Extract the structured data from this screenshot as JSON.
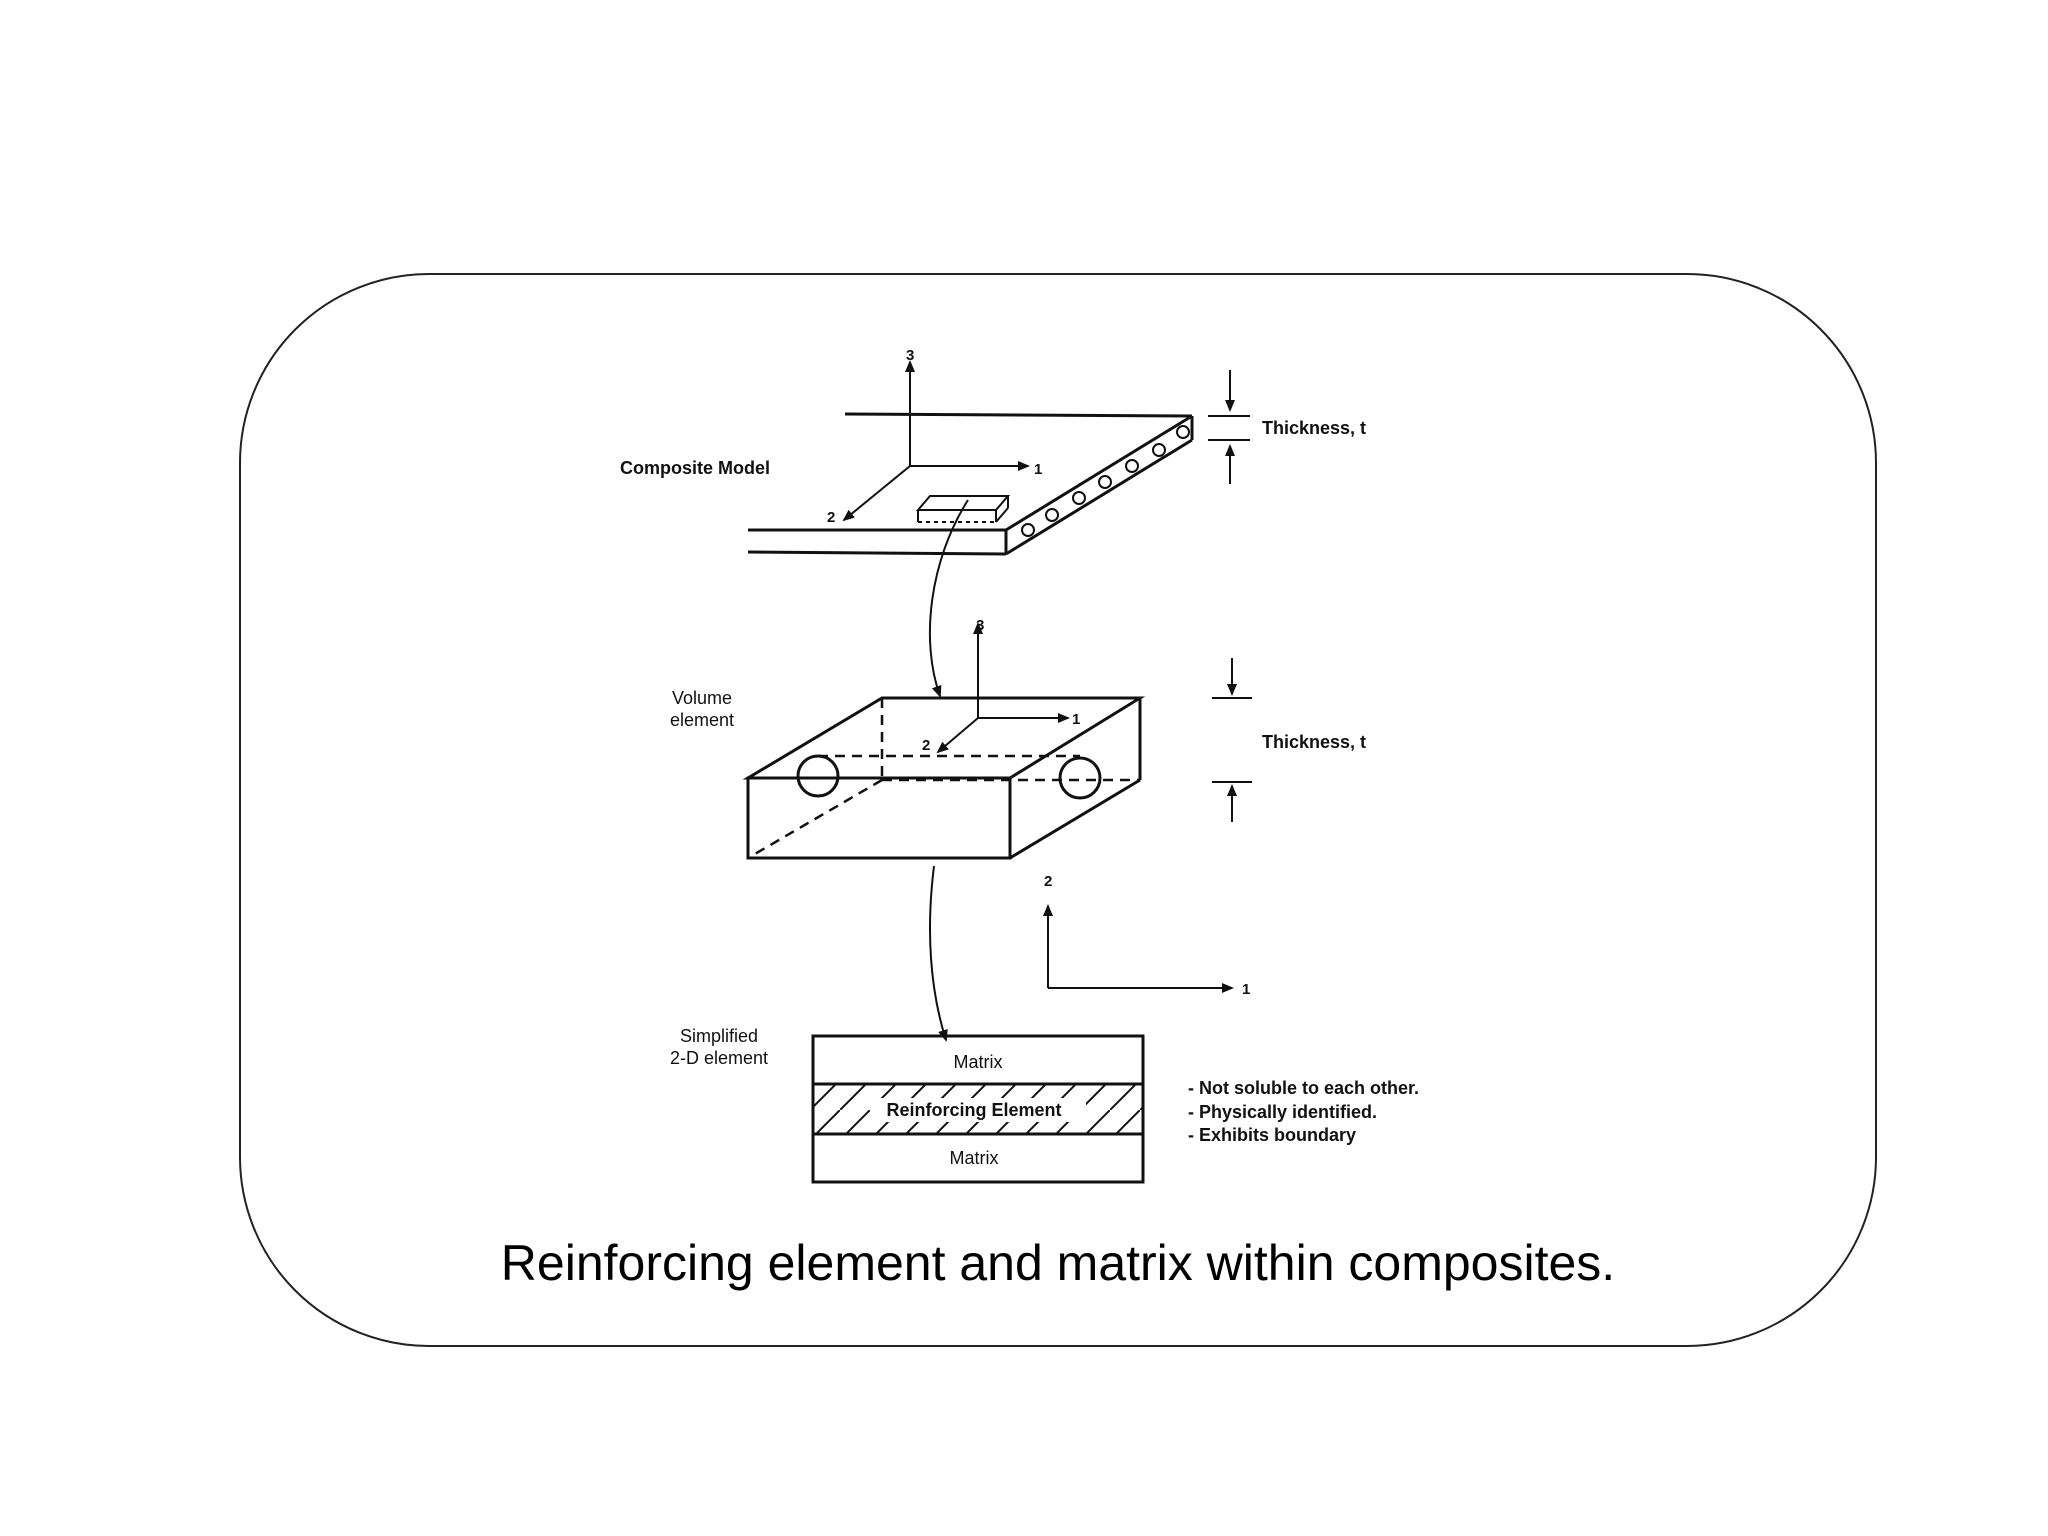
{
  "caption": "Reinforcing element and matrix within composites.",
  "diagram": {
    "composite_model_label": "Composite Model",
    "volume_element_label_line1": "Volume",
    "volume_element_label_line2": "element",
    "simplified_label_line1": "Simplified",
    "simplified_label_line2": "2-D element",
    "thickness_label_top": "Thickness, t",
    "thickness_label_mid": "Thickness, t",
    "axis_1": "1",
    "axis_2": "2",
    "axis_3": "3",
    "matrix_top": "Matrix",
    "reinforcing_element": "Reinforcing Element",
    "matrix_bottom": "Matrix",
    "notes": [
      "- Not soluble to each other.",
      "- Physically identified.",
      "- Exhibits boundary"
    ]
  }
}
